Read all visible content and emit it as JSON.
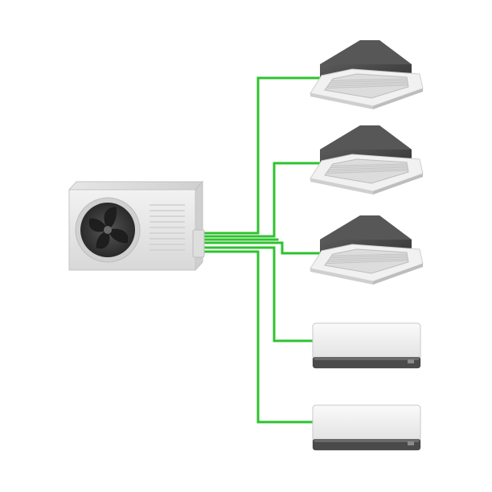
{
  "diagram": {
    "outdoor_unit": {
      "name": "outdoor-condenser-unit",
      "icon": "fan-icon"
    },
    "indoor_units": [
      {
        "name": "cassette-unit-1",
        "kind": "ceiling-cassette"
      },
      {
        "name": "cassette-unit-2",
        "kind": "ceiling-cassette"
      },
      {
        "name": "cassette-unit-3",
        "kind": "ceiling-cassette"
      },
      {
        "name": "wall-split-unit-1",
        "kind": "wall-mounted-split"
      },
      {
        "name": "wall-split-unit-2",
        "kind": "wall-mounted-split"
      }
    ]
  },
  "colors": {
    "pipe": "#2fc22f",
    "unit_body": "#e9e9e9",
    "unit_dark": "#4a4a4a",
    "fan": "#2e2e2e"
  }
}
